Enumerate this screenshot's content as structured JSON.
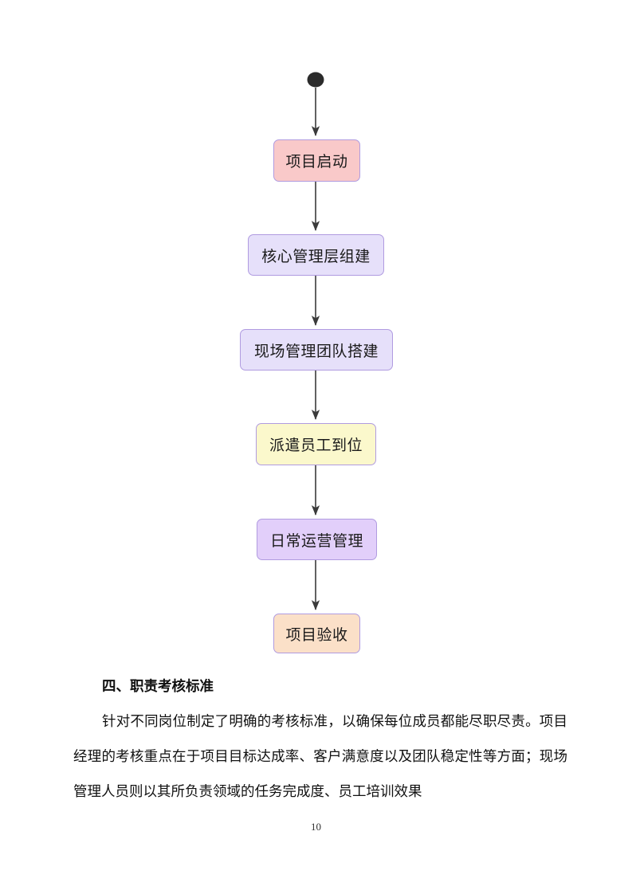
{
  "document": {
    "page_number": "10",
    "heading": "四、职责考核标准",
    "body_paragraph": "针对不同岗位制定了明确的考核标准，以确保每位成员都能尽职尽责。项目经理的考核重点在于项目目标达成率、客户满意度以及团队稳定性等方面；现场管理人员则以其所负责领域的任务完成度、员工培训效果"
  },
  "flowchart": {
    "start_node": {
      "name": "start-dot",
      "color": "#2b2b2b"
    },
    "border_color": "#b09be0",
    "arrow_color": "#3a3a3a",
    "nodes": [
      {
        "label": "项目启动",
        "fill": "#f9c9c9"
      },
      {
        "label": "核心管理层组建",
        "fill": "#e6e0fa"
      },
      {
        "label": "现场管理团队搭建",
        "fill": "#e6e0fa"
      },
      {
        "label": "派遣员工到位",
        "fill": "#fbf8cc"
      },
      {
        "label": "日常运营管理",
        "fill": "#e2cffa"
      },
      {
        "label": "项目验收",
        "fill": "#fbe0c8"
      }
    ]
  }
}
